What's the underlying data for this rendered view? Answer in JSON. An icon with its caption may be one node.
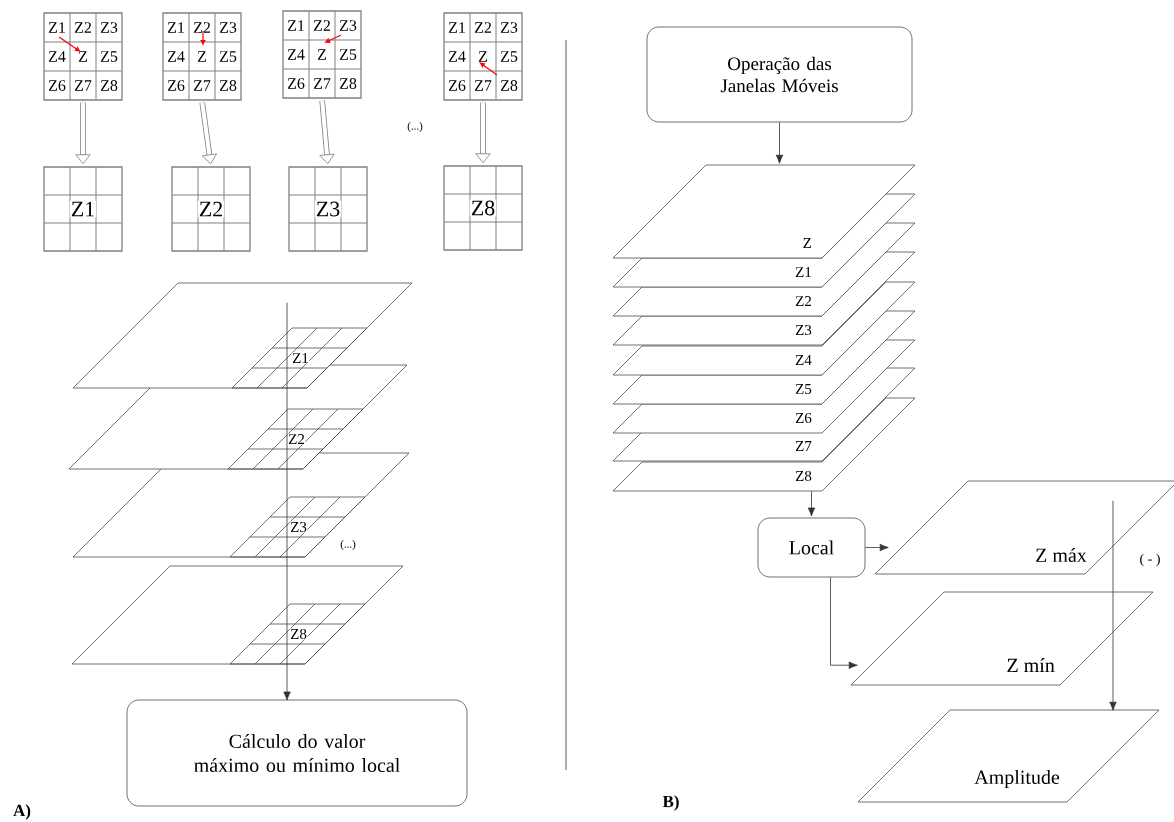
{
  "diagram": {
    "nodes": [
      {
        "text": [
          "Z1",
          "Z2",
          "Z3",
          "Z4",
          "Z",
          "Z5",
          "Z6",
          "Z7",
          "Z8"
        ]
      },
      {
        "text": [
          "Z1",
          "Z2",
          "Z3",
          "Z4",
          "Z",
          "Z5",
          "Z6",
          "Z7",
          "Z8"
        ]
      },
      {
        "text": [
          "Z1",
          "Z2",
          "Z3",
          "Z4",
          "Z",
          "Z5",
          "Z6",
          "Z7",
          "Z8"
        ]
      },
      {
        "text": [
          "Z1",
          "Z2",
          "Z3",
          "Z4",
          "Z",
          "Z5",
          "Z6",
          "Z7",
          "Z8"
        ]
      },
      {
        "text": [
          "Z1"
        ]
      },
      {
        "text": [
          "Z2"
        ]
      },
      {
        "text": [
          "Z3"
        ]
      },
      {
        "text": [
          "Z8"
        ]
      },
      {
        "text": [
          "Z1"
        ]
      },
      {
        "text": [
          "Z2"
        ]
      },
      {
        "text": [
          "Z3"
        ]
      },
      {
        "text": [
          "Z8"
        ]
      },
      {
        "text": [
          "Cálculo do valor máximo ou mínimo local"
        ]
      },
      {
        "text": [
          "Operação das Janelas Móveis"
        ]
      },
      {
        "text": [
          "Z"
        ]
      },
      {
        "text": [
          "Z1"
        ]
      },
      {
        "text": [
          "Z2"
        ]
      },
      {
        "text": [
          "Z3"
        ]
      },
      {
        "text": [
          "Z4"
        ]
      },
      {
        "text": [
          "Z5"
        ]
      },
      {
        "text": [
          "Z6"
        ]
      },
      {
        "text": [
          "Z7"
        ]
      },
      {
        "text": [
          "Z8"
        ]
      },
      {
        "text": [
          "Local"
        ]
      },
      {
        "text": [
          "Z máx"
        ]
      },
      {
        "text": [
          "Z mín"
        ]
      },
      {
        "text": [
          "Amplitude"
        ]
      }
    ],
    "edges": [
      {
        "from": 0,
        "to": 4,
        "arrow": "to",
        "style": "thick",
        "color": "#808080"
      },
      {
        "from": 1,
        "to": 5,
        "arrow": "to",
        "style": "thick",
        "color": "#808080"
      },
      {
        "from": 2,
        "to": 6,
        "arrow": "to",
        "style": "thick",
        "color": "#808080"
      },
      {
        "from": 3,
        "to": 7,
        "arrow": "to",
        "style": "thick",
        "color": "#808080"
      },
      {
        "from": 8,
        "to": 9,
        "arrow": "none"
      },
      {
        "from": 9,
        "to": 10,
        "arrow": "none"
      },
      {
        "from": 10,
        "to": 11,
        "arrow": "none"
      },
      {
        "from": 11,
        "to": 12,
        "arrow": "to"
      },
      {
        "from": 13,
        "to": 14,
        "arrow": "to"
      },
      {
        "from": 22,
        "to": 23,
        "arrow": "to"
      },
      {
        "from": 23,
        "to": 24,
        "arrow": "to"
      },
      {
        "from": 23,
        "to": 25,
        "arrow": "to"
      },
      {
        "from": 24,
        "to": 25,
        "arrow": "none"
      },
      {
        "from": 25,
        "to": 26,
        "arrow": "to"
      }
    ],
    "labels": [
      "(...)",
      "(...)",
      "( - )",
      "A)",
      "B)"
    ]
  }
}
